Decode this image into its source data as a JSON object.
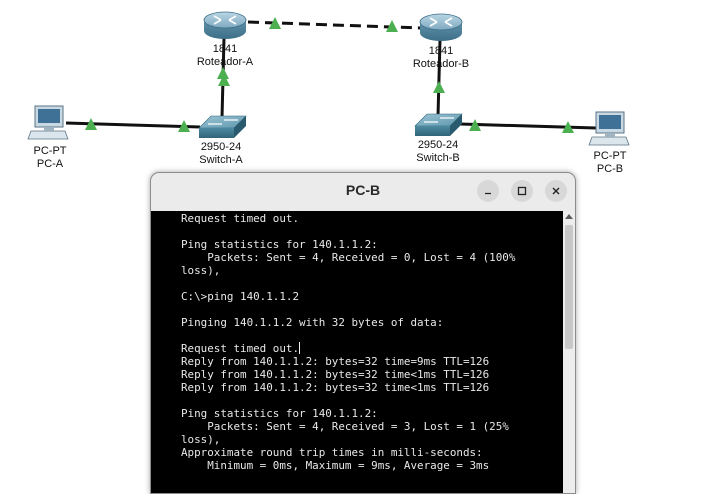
{
  "topology": {
    "devices": [
      {
        "id": "roteador-a",
        "model": "1841",
        "name": "Roteador-A"
      },
      {
        "id": "roteador-b",
        "model": "1841",
        "name": "Roteador-B"
      },
      {
        "id": "switch-a",
        "model": "2950-24",
        "name": "Switch-A"
      },
      {
        "id": "switch-b",
        "model": "2950-24",
        "name": "Switch-B"
      },
      {
        "id": "pc-a",
        "model": "PC-PT",
        "name": "PC-A"
      },
      {
        "id": "pc-b",
        "model": "PC-PT",
        "name": "PC-B"
      }
    ]
  },
  "colors": {
    "link": "#111111",
    "link_up": "#4caf50",
    "router": "#5a8ea8",
    "switch": "#3f7f96",
    "terminal_bg": "#000000",
    "terminal_fg": "#e8e8e8"
  },
  "window": {
    "title": "PC-B",
    "minimize_icon": "minimize-icon",
    "maximize_icon": "maximize-icon",
    "close_icon": "close-icon"
  },
  "terminal": {
    "text": "Request timed out.\n\nPing statistics for 140.1.1.2:\n    Packets: Sent = 4, Received = 0, Lost = 4 (100%\nloss),\n\nC:\\>ping 140.1.1.2\n\nPinging 140.1.1.2 with 32 bytes of data:\n\nRequest timed out.",
    "text_after_cursor": "\nReply from 140.1.1.2: bytes=32 time=9ms TTL=126\nReply from 140.1.1.2: bytes=32 time<1ms TTL=126\nReply from 140.1.1.2: bytes=32 time<1ms TTL=126\n\nPing statistics for 140.1.1.2:\n    Packets: Sent = 4, Received = 3, Lost = 1 (25%\nloss),\nApproximate round trip times in milli-seconds:\n    Minimum = 0ms, Maximum = 9ms, Average = 3ms"
  }
}
